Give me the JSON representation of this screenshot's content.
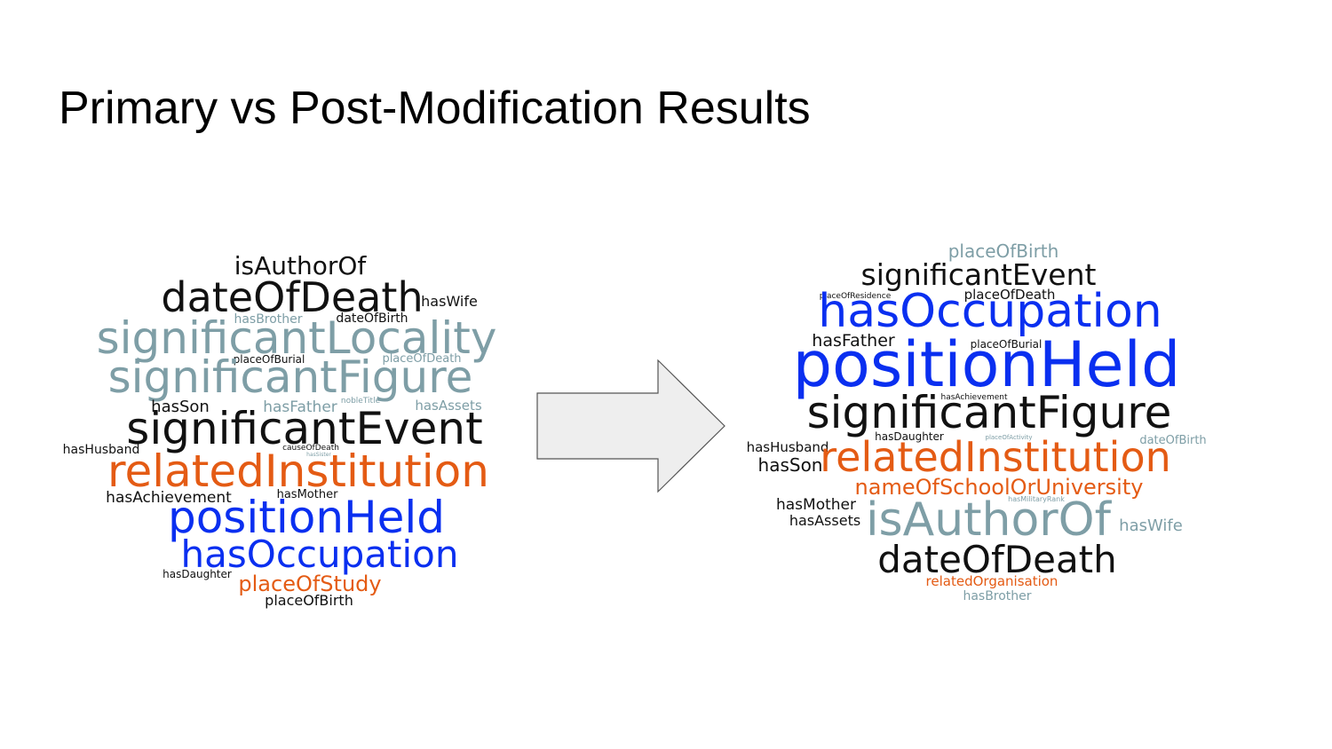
{
  "title": "Primary vs Post-Modification Results",
  "colors": {
    "black": "#111111",
    "gray": "#7e9ea6",
    "orange": "#e45b14",
    "blue": "#0a2ff0",
    "arrow_fill": "#eeeeee",
    "arrow_stroke": "#555555"
  },
  "left_cloud": [
    {
      "text": "isAuthorOf",
      "color": "black"
    },
    {
      "text": "dateOfDeath",
      "color": "black"
    },
    {
      "text": "hasWife",
      "color": "black"
    },
    {
      "text": "hasBrother",
      "color": "gray"
    },
    {
      "text": "dateOfBirth",
      "color": "black"
    },
    {
      "text": "significantLocality",
      "color": "gray"
    },
    {
      "text": "placeOfBurial",
      "color": "black"
    },
    {
      "text": "placeOfDeath",
      "color": "gray"
    },
    {
      "text": "significantFigure",
      "color": "gray"
    },
    {
      "text": "hasSon",
      "color": "black"
    },
    {
      "text": "hasFather",
      "color": "gray"
    },
    {
      "text": "nobleTitle",
      "color": "gray"
    },
    {
      "text": "hasAssets",
      "color": "gray"
    },
    {
      "text": "significantEvent",
      "color": "black"
    },
    {
      "text": "hasHusband",
      "color": "black"
    },
    {
      "text": "causeOfDeath",
      "color": "black"
    },
    {
      "text": "hasSister",
      "color": "gray"
    },
    {
      "text": "relatedInstitution",
      "color": "orange"
    },
    {
      "text": "hasAchievement",
      "color": "black"
    },
    {
      "text": "hasMother",
      "color": "black"
    },
    {
      "text": "positionHeld",
      "color": "blue"
    },
    {
      "text": "hasOccupation",
      "color": "blue"
    },
    {
      "text": "hasDaughter",
      "color": "black"
    },
    {
      "text": "placeOfStudy",
      "color": "orange"
    },
    {
      "text": "placeOfBirth",
      "color": "black"
    }
  ],
  "right_cloud": [
    {
      "text": "placeOfBirth",
      "color": "gray"
    },
    {
      "text": "significantEvent",
      "color": "black"
    },
    {
      "text": "placeOfResidence",
      "color": "black"
    },
    {
      "text": "placeOfDeath",
      "color": "black"
    },
    {
      "text": "hasOccupation",
      "color": "blue"
    },
    {
      "text": "hasFather",
      "color": "black"
    },
    {
      "text": "placeOfBurial",
      "color": "black"
    },
    {
      "text": "positionHeld",
      "color": "blue"
    },
    {
      "text": "hasAchievement",
      "color": "black"
    },
    {
      "text": "significantFigure",
      "color": "black"
    },
    {
      "text": "hasDaughter",
      "color": "black"
    },
    {
      "text": "placeOfActivity",
      "color": "gray"
    },
    {
      "text": "dateOfBirth",
      "color": "gray"
    },
    {
      "text": "hasHusband",
      "color": "black"
    },
    {
      "text": "hasSon",
      "color": "black"
    },
    {
      "text": "relatedInstitution",
      "color": "orange"
    },
    {
      "text": "nameOfSchoolOrUniversity",
      "color": "orange"
    },
    {
      "text": "hasMilitaryRank",
      "color": "gray"
    },
    {
      "text": "hasMother",
      "color": "black"
    },
    {
      "text": "hasAssets",
      "color": "black"
    },
    {
      "text": "isAuthorOf",
      "color": "gray"
    },
    {
      "text": "hasWife",
      "color": "gray"
    },
    {
      "text": "dateOfDeath",
      "color": "black"
    },
    {
      "text": "relatedOrganisation",
      "color": "orange"
    },
    {
      "text": "hasBrother",
      "color": "gray"
    }
  ]
}
